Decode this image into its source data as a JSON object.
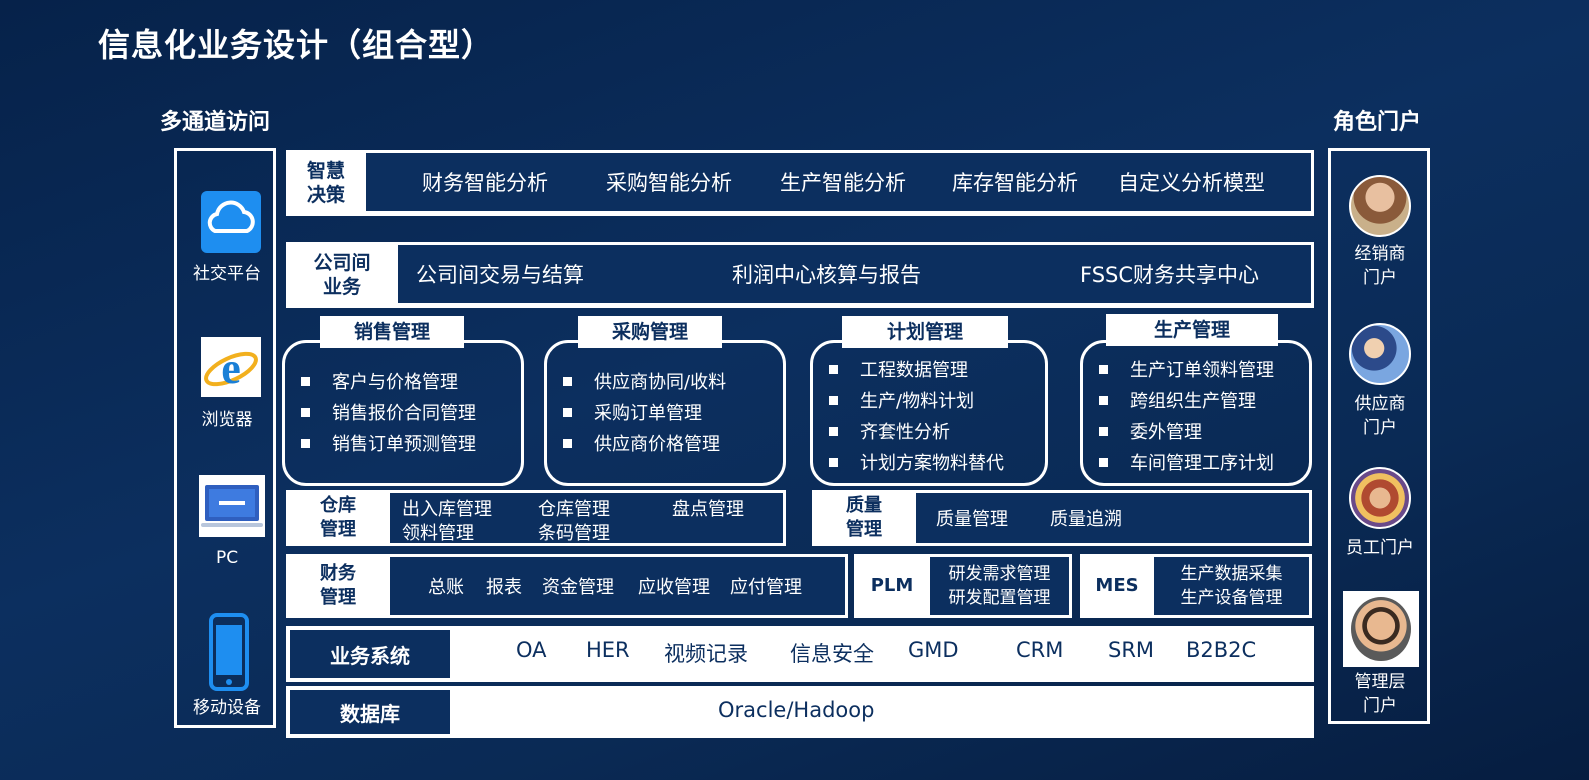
{
  "title": "信息化业务设计（组合型）",
  "left_panel": {
    "heading": "多通道访问",
    "channels": [
      {
        "label": "社交平台",
        "icon": "cloud-icon"
      },
      {
        "label": "浏览器",
        "icon": "ie-browser-icon"
      },
      {
        "label": "PC",
        "icon": "pc-monitor-icon"
      },
      {
        "label": "移动设备",
        "icon": "mobile-phone-icon"
      }
    ]
  },
  "right_panel": {
    "heading": "角色门户",
    "portals": [
      {
        "label_line1": "经销商",
        "label_line2": "门户",
        "icon": "dealer-avatar-icon"
      },
      {
        "label_line1": "供应商",
        "label_line2": "门户",
        "icon": "supplier-avatar-icon"
      },
      {
        "label_line1": "员工门户",
        "label_line2": "",
        "icon": "employee-avatar-icon"
      },
      {
        "label_line1": "管理层",
        "label_line2": "门户",
        "icon": "management-avatar-icon"
      }
    ]
  },
  "decision": {
    "label_line1": "智慧",
    "label_line2": "决策",
    "items": [
      "财务智能分析",
      "采购智能分析",
      "生产智能分析",
      "库存智能分析",
      "自定义分析模型"
    ]
  },
  "intercompany": {
    "label_line1": "公司间",
    "label_line2": "业务",
    "items": [
      "公司间交易与结算",
      "利润中心核算与报告",
      "FSSC财务共享中心"
    ]
  },
  "modules": [
    {
      "title": "销售管理",
      "items": [
        "客户与价格管理",
        "销售报价合同管理",
        "销售订单预测管理"
      ]
    },
    {
      "title": "采购管理",
      "items": [
        "供应商协同/收料",
        "采购订单管理",
        "供应商价格管理"
      ]
    },
    {
      "title": "计划管理",
      "items": [
        "工程数据管理",
        "生产/物料计划",
        "齐套性分析",
        "计划方案物料替代"
      ]
    },
    {
      "title": "生产管理",
      "items": [
        "生产订单领料管理",
        "跨组织生产管理",
        "委外管理",
        "车间管理工序计划"
      ]
    }
  ],
  "warehouse": {
    "label_line1": "仓库",
    "label_line2": "管理",
    "items": [
      "出入库管理",
      "仓库管理",
      "盘点管理",
      "领料管理",
      "条码管理"
    ]
  },
  "quality": {
    "label_line1": "质量",
    "label_line2": "管理",
    "items": [
      "质量管理",
      "质量追溯"
    ]
  },
  "finance": {
    "label_line1": "财务",
    "label_line2": "管理",
    "items": [
      "总账",
      "报表",
      "资金管理",
      "应收管理",
      "应付管理"
    ]
  },
  "plm": {
    "label": "PLM",
    "items": [
      "研发需求管理",
      "研发配置管理"
    ]
  },
  "mes": {
    "label": "MES",
    "items": [
      "生产数据采集",
      "生产设备管理"
    ]
  },
  "business_systems": {
    "label": "业务系统",
    "items": [
      "OA",
      "HER",
      "视频记录",
      "信息安全",
      "GMD",
      "CRM",
      "SRM",
      "B2B2C"
    ]
  },
  "database": {
    "label": "数据库",
    "value": "Oracle/Hadoop"
  },
  "colors": {
    "background": "#0c2f5f",
    "panel": "#ffffff",
    "text_dark": "#0c2f5f"
  }
}
